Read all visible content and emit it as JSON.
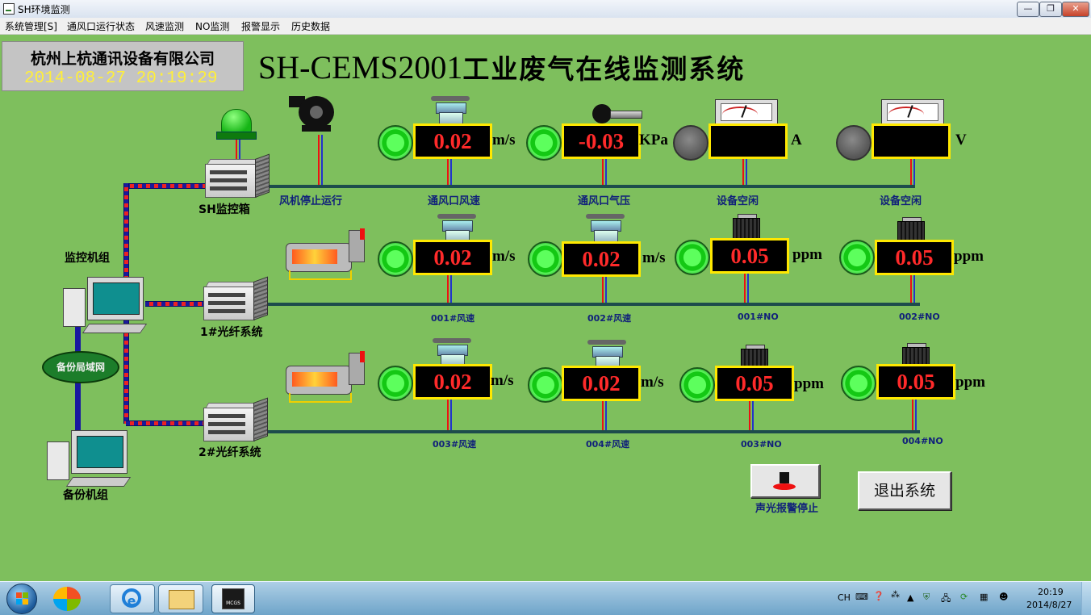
{
  "window": {
    "title": "SH环境监测"
  },
  "menu": {
    "items": [
      "系统管理[S]",
      "通风口运行状态",
      "风速监测",
      "NO监测",
      "报警显示",
      "历史数据"
    ]
  },
  "header": {
    "company": "杭州上杭通讯设备有限公司",
    "datetime": "2014-08-27 20:19:29",
    "system_name_prefix": "SH-CEMS2001",
    "system_name_cn": "工业废气在线监测系统"
  },
  "nodes": {
    "sh_box": "SH监控箱",
    "monitor_group": "监控机组",
    "backup_lan": "备份局域网",
    "backup_group": "备份机组",
    "fiber1": "1#光纤系统",
    "fiber2": "2#光纤系统",
    "fan_status": "风机停止运行"
  },
  "row1": [
    {
      "value": "0.02",
      "unit": "m/s",
      "label": "通风口风速",
      "led": "on"
    },
    {
      "value": "-0.03",
      "unit": "KPa",
      "label": "通风口气压",
      "led": "on"
    },
    {
      "value": "",
      "unit": "A",
      "label": "设备空闲",
      "led": "off"
    },
    {
      "value": "",
      "unit": "V",
      "label": "设备空闲",
      "led": "off"
    }
  ],
  "row2": [
    {
      "value": "0.02",
      "unit": "m/s",
      "label": "001#风速",
      "led": "on"
    },
    {
      "value": "0.02",
      "unit": "m/s",
      "label": "002#风速",
      "led": "on"
    },
    {
      "value": "0.05",
      "unit": "ppm",
      "label": "001#NO",
      "led": "on"
    },
    {
      "value": "0.05",
      "unit": "ppm",
      "label": "002#NO",
      "led": "on"
    }
  ],
  "row3": [
    {
      "value": "0.02",
      "unit": "m/s",
      "label": "003#风速",
      "led": "on"
    },
    {
      "value": "0.02",
      "unit": "m/s",
      "label": "004#风速",
      "led": "on"
    },
    {
      "value": "0.05",
      "unit": "ppm",
      "label": "003#NO",
      "led": "on"
    },
    {
      "value": "0.05",
      "unit": "ppm",
      "label": "004#NO",
      "led": "on"
    }
  ],
  "controls": {
    "alarm_stop": "声光报警停止",
    "exit": "退出系统"
  },
  "taskbar": {
    "app_label": "MCGS",
    "lang": "CH",
    "time": "20:19",
    "date": "2014/8/27"
  },
  "colors": {
    "panel_bg": "#7ebf5d",
    "display_border": "#ffe800",
    "display_text": "#ff2a2a",
    "label_text": "#11217a",
    "led_on": "#14c814",
    "led_off": "#555555"
  }
}
